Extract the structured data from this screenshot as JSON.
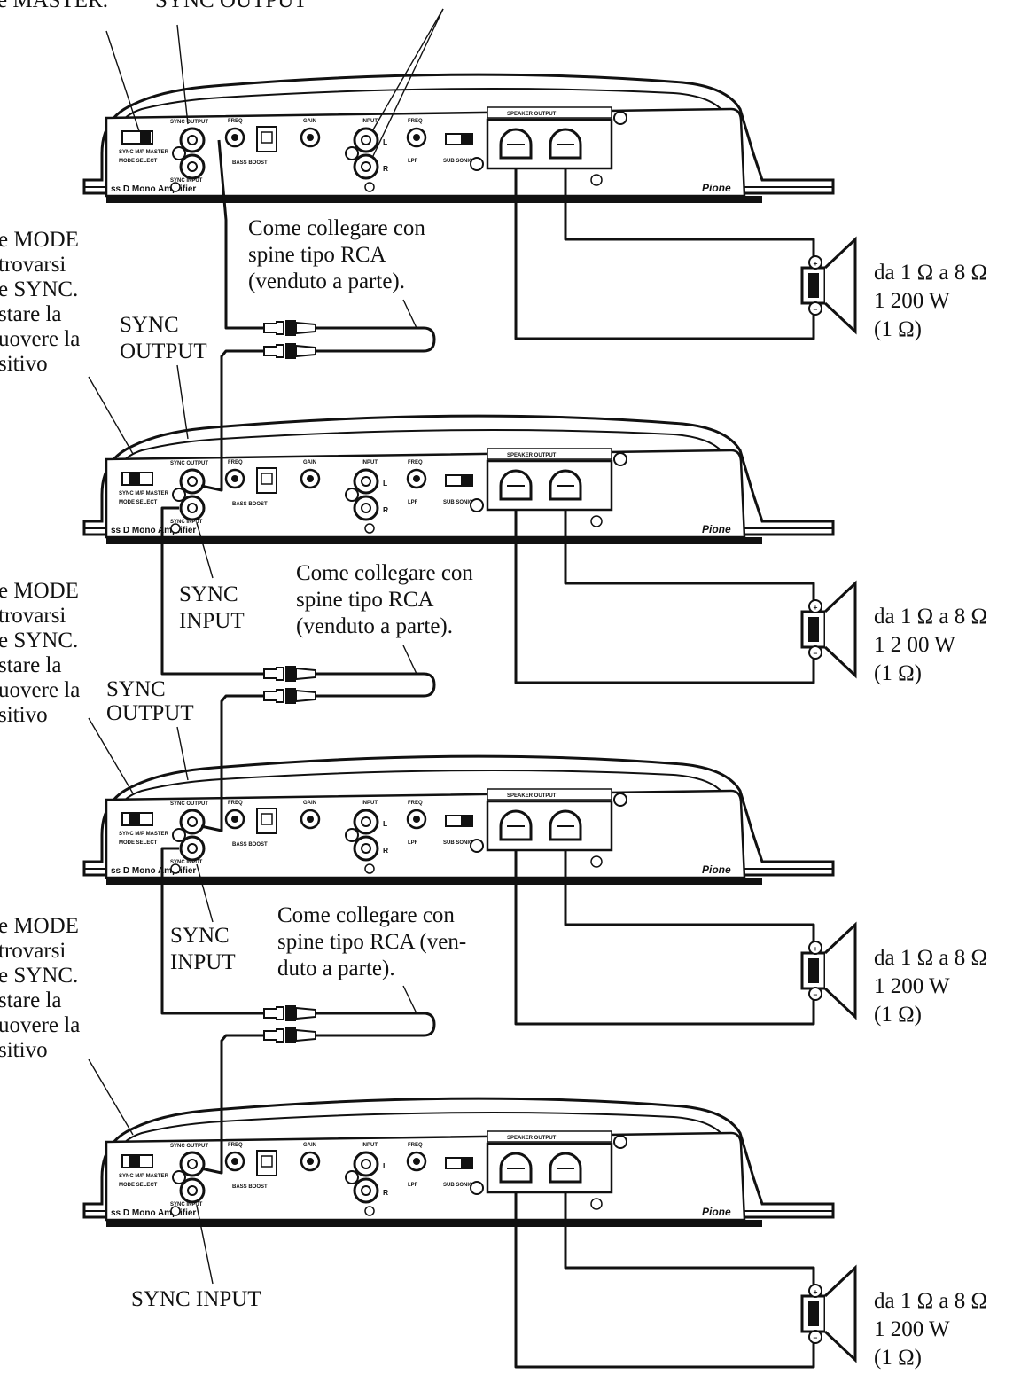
{
  "labels": {
    "mode_master": "e MASTER.",
    "sync_output_top": "SYNC OUTPUT",
    "sync_output": "SYNC",
    "sync_output_2": "OUTPUT",
    "sync_input": "SYNC",
    "sync_input_2": "INPUT",
    "sync_input_bottom": "SYNC INPUT",
    "mode_note": [
      "e MODE",
      "trovarsi",
      "e SYNC.",
      "stare la",
      "uovere la",
      "sitivo"
    ],
    "rca_note_1": [
      "Come collegare con",
      "spine tipo RCA",
      "(venduto a parte)."
    ],
    "rca_note_3": [
      "Come collegare con",
      "spine tipo RCA (ven-",
      "duto a parte)."
    ]
  },
  "speakers": [
    {
      "range": "da 1 Ω a 8 Ω",
      "power": "1 200 W",
      "impedance": "(1 Ω)"
    },
    {
      "range": "da 1 Ω a 8 Ω",
      "power": "1 2 00 W",
      "impedance": "(1 Ω)"
    },
    {
      "range": "da 1 Ω a 8 Ω",
      "power": "1 200 W",
      "impedance": "(1 Ω)"
    },
    {
      "range": "da 1 Ω a 8 Ω",
      "power": "1 200 W",
      "impedance": "(1 Ω)"
    }
  ],
  "amplifier_panel": {
    "title": "ss D Mono Amplifier",
    "brand": "Pione",
    "mode_select": "MODE SELECT",
    "mode_options": "SYNC M/P MASTER",
    "sync_output": "SYNC OUTPUT",
    "sync_input": "SYNC INPUT",
    "freq": "FREQ",
    "gain": "GAIN",
    "input": "INPUT",
    "l": "L",
    "r": "R",
    "lpf": "LPF",
    "sub_sonic": "SUB SONIC",
    "bass_boost": "BASS BOOST",
    "speaker_output": "SPEAKER OUTPUT",
    "plus": "+",
    "minus": "−"
  }
}
